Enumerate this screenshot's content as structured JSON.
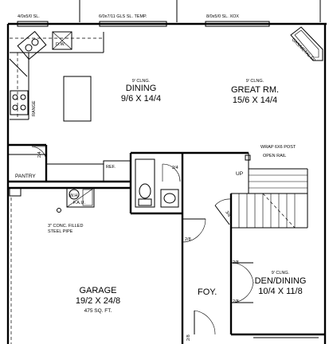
{
  "windows": {
    "top_left": "4/0x5/0 SL.",
    "top_mid": "6/0x7/11 GLS SL. TEMP.",
    "top_right": "8/0x5/0 SL. XOX"
  },
  "rooms": {
    "dining": {
      "note": "9' CLNG.",
      "name": "DINING",
      "size": "9/6 X 14/4"
    },
    "great_room": {
      "note": "9' CLNG.",
      "name": "GREAT RM.",
      "size": "15/6 X 14/4"
    },
    "garage": {
      "name": "GARAGE",
      "size": "19/2 X 24/8",
      "area": "475 SQ. FT."
    },
    "foyer": {
      "name": "FOY."
    },
    "den": {
      "note": "9' CLNG.",
      "name": "DEN/DINING",
      "size": "10/4 X 11/8"
    },
    "pantry": {
      "name": "PANTRY"
    }
  },
  "fixtures": {
    "gas_fp": "GAS/METAL FP",
    "dw": "D.W.",
    "range": "RANGE",
    "ref": "REF.",
    "wh": "W.H.",
    "fau": "F.A.U.",
    "pipe_line1": "3\" CONC. FILLED",
    "pipe_line2": "STEEL PIPE",
    "wrap_post": "WRAP 6X6 POST",
    "open_rail": "OPEN RAIL",
    "up": "UP"
  },
  "door_sizes": {
    "pantry": "2/4",
    "bath": "2/4",
    "stair": "3/4",
    "garage_entry": "2/8",
    "den_top": "2/8",
    "den_bottom": "2/8",
    "garage_bottom": "2/8"
  }
}
